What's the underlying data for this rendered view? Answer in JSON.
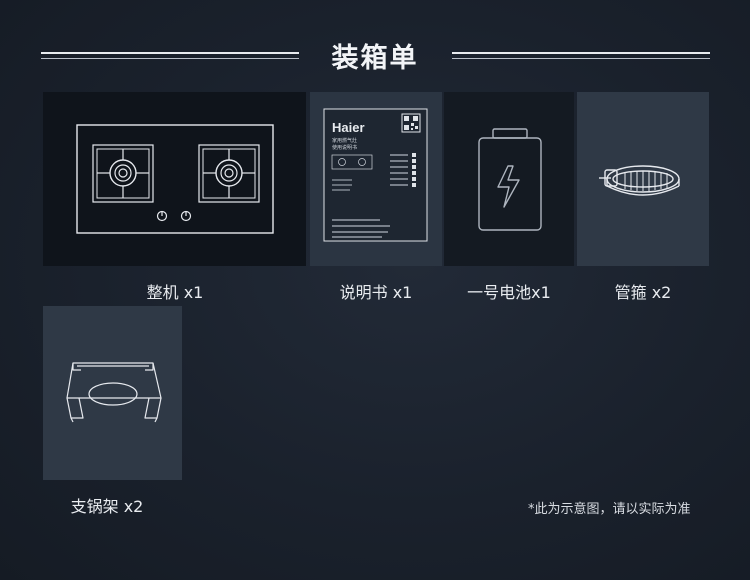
{
  "page": {
    "title": "装箱单",
    "note": "*此为示意图，请以实际为准"
  },
  "items": [
    {
      "label": "整机 x1",
      "icon": "gas-cooktop-icon"
    },
    {
      "label": "说明书 x1",
      "icon": "manual-icon"
    },
    {
      "label": "一号电池x1",
      "icon": "battery-icon"
    },
    {
      "label": "管箍 x2",
      "icon": "hose-clamp-icon"
    },
    {
      "label": "支锅架 x2",
      "icon": "pot-stand-icon"
    }
  ],
  "manual": {
    "brand": "Haier",
    "line1": "家用燃气灶",
    "line2": "使用说明书"
  },
  "colors": {
    "background": "#1a212c",
    "card_dark": "#0f141b",
    "card_gray": "#2f3946",
    "line": "#dfe3e8"
  }
}
